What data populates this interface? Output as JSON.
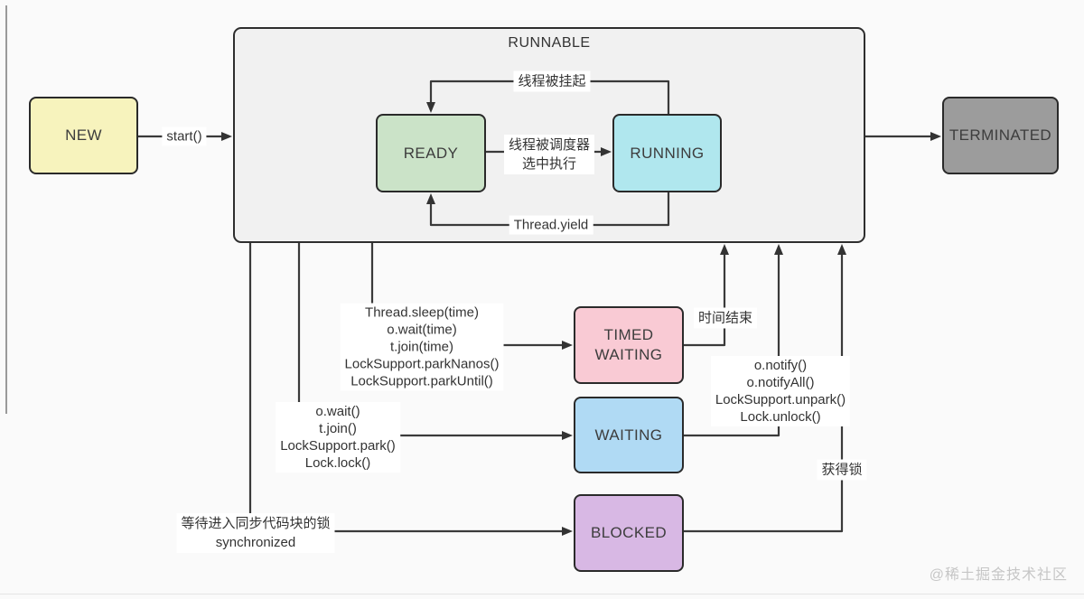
{
  "page": {
    "watermark": "@稀土掘金技术社区"
  },
  "colors": {
    "page_bg": "#fafafa",
    "runnable_fill": "#f1f1f1",
    "new_fill": "#f7f3bd",
    "ready_fill": "#cbe3c8",
    "running_fill": "#b0e7ee",
    "terminated_fill": "#9c9c9c",
    "timed_waiting_fill": "#f9cad4",
    "waiting_fill": "#b0daf4",
    "blocked_fill": "#d8b8e4",
    "line": "#3a3a3a"
  },
  "states": {
    "new": {
      "label": "NEW"
    },
    "runnable": {
      "label": "RUNNABLE"
    },
    "ready": {
      "label": "READY"
    },
    "running": {
      "label": "RUNNING"
    },
    "terminated": {
      "label": "TERMINATED"
    },
    "timed_waiting": {
      "line1": "TIMED",
      "line2": "WAITING"
    },
    "waiting": {
      "label": "WAITING"
    },
    "blocked": {
      "label": "BLOCKED"
    }
  },
  "transitions": {
    "new_to_runnable": "start()",
    "running_to_ready_suspend": "线程被挂起",
    "ready_to_running_line1": "线程被调度器",
    "ready_to_running_line2": "选中执行",
    "running_to_ready_yield": "Thread.yield",
    "to_timed_waiting": [
      "Thread.sleep(time)",
      "o.wait(time)",
      "t.join(time)",
      "LockSupport.parkNanos()",
      "LockSupport.parkUntil()"
    ],
    "timed_waiting_to_runnable": "时间结束",
    "to_waiting": [
      "o.wait()",
      "t.join()",
      "LockSupport.park()",
      "Lock.lock()"
    ],
    "waiting_to_runnable": [
      "o.notify()",
      "o.notifyAll()",
      "LockSupport.unpark()",
      "Lock.unlock()"
    ],
    "to_blocked": [
      "等待进入同步代码块的锁",
      "synchronized"
    ],
    "blocked_to_runnable": "获得锁"
  }
}
